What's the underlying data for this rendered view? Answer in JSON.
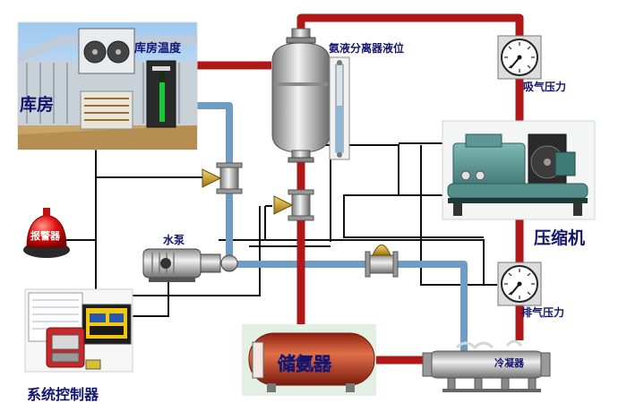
{
  "labels": {
    "cold_storage": "库房",
    "storage_temp": "库房温度",
    "separator_level": "氨液分离器液位",
    "suction_pressure": "吸气压力",
    "compressor": "压缩机",
    "alarm": "报警器",
    "water_pump": "水泵",
    "discharge_pressure": "排气压力",
    "ammonia_receiver": "储氨器",
    "condenser": "冷凝器",
    "control_system": "系统控制器"
  },
  "colors": {
    "refrigerant_pipe": "#b01818",
    "water_pipe": "#6f9cc4",
    "signal_wire": "#111111",
    "label_text": "#14146e",
    "receiver_tank": "#c0442a",
    "alarm_lamp": "#e01010"
  }
}
